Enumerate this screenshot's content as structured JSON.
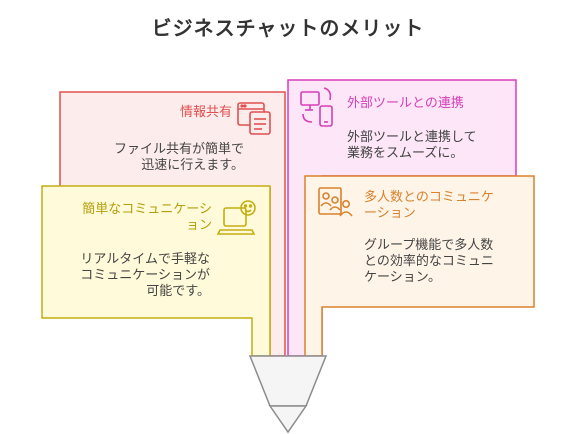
{
  "title": "ビジネスチャットのメリット",
  "colors": {
    "red": "#E05050",
    "magenta": "#D83FB8",
    "orange": "#D9822B",
    "yellow": "#C4AE10",
    "funnel": "#8C8C8C"
  },
  "cards": [
    {
      "id": "info-sharing",
      "title": "情報共有",
      "body": "ファイル共有が簡単で\n迅速に行えます。",
      "icon": "document-sharing-icon"
    },
    {
      "id": "external-tools",
      "title": "外部ツールとの連携",
      "body": "外部ツールと連携して\n業務をスムーズに。",
      "icon": "devices-icon"
    },
    {
      "id": "team-communication",
      "title": "多人数とのコミュニケ\nーション",
      "body": "グループ機能で多人数\nとの効率的なコミュニ\nケーション。",
      "icon": "group-icon"
    },
    {
      "id": "easy-communication",
      "title": "簡単なコミュニケーシ\nョン",
      "body": "リアルタイムで手軽な\nコミュニケーションが\n可能です。",
      "icon": "chat-person-icon"
    }
  ]
}
